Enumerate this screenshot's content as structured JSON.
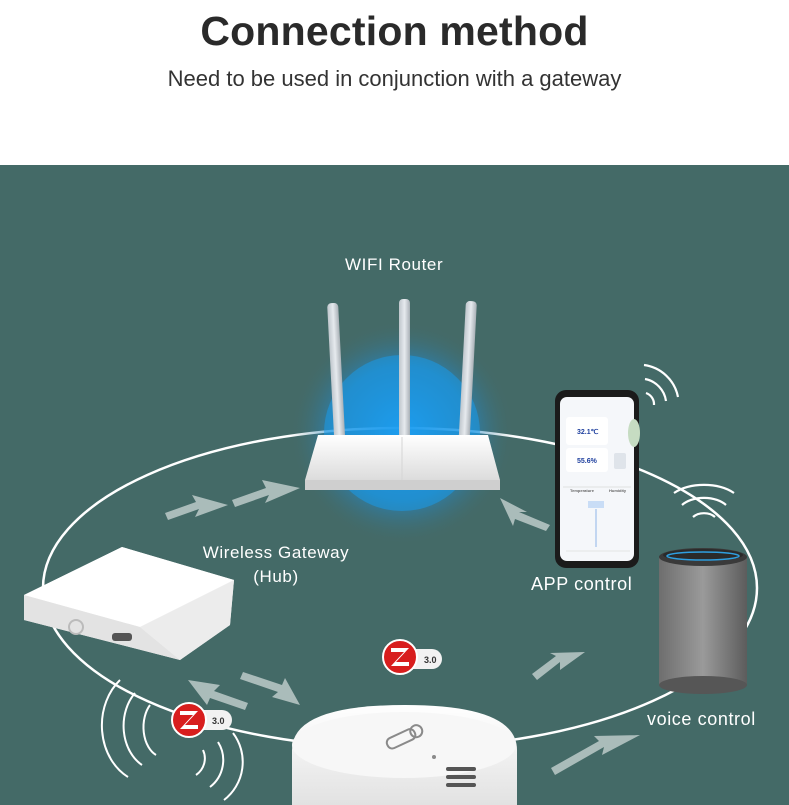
{
  "header": {
    "title": "Connection method",
    "subtitle": "Need to be used in conjunction with a gateway"
  },
  "diagram": {
    "router_label": "WIFI Router",
    "gateway_label_line1": "Wireless Gateway",
    "gateway_label_line2": "(Hub)",
    "app_label": "APP control",
    "voice_label": "voice control",
    "zigbee_badge_top": "3.0",
    "zigbee_badge_left": "3.0",
    "phone": {
      "temperature": "32.1℃",
      "humidity": "55.6%",
      "tab_temperature": "Temperature",
      "tab_humidity": "Humidity"
    }
  },
  "colors": {
    "panel_bg": "#446a67",
    "zigbee_red": "#d81e1e",
    "router_glow": "#1e9ae8"
  }
}
